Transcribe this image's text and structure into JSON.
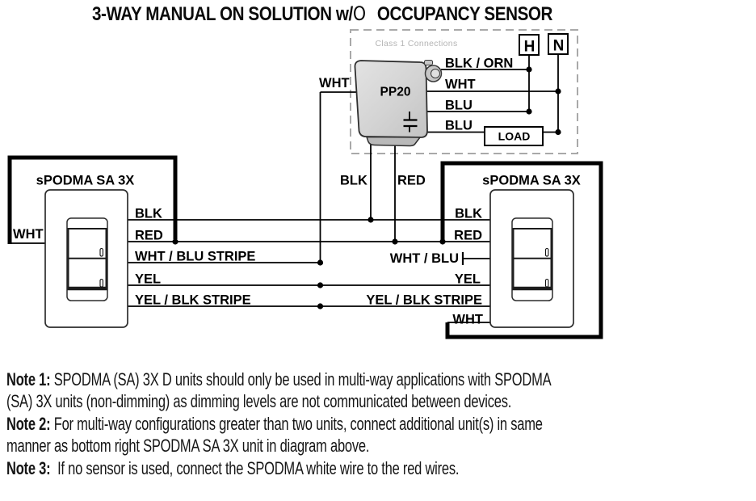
{
  "title": {
    "part1": "3-WAY MANUAL ON SOLUTION w/",
    "o_char": "O",
    "part2": "OCCUPANCY SENSOR"
  },
  "class1_zone": {
    "label": "Class 1 Connections",
    "hot_terminal": "H",
    "neutral_terminal": "N",
    "load_label": "LOAD"
  },
  "power_pack": {
    "name": "PP20",
    "wire_blk_orn": "BLK / ORN",
    "wire_wht_right": "WHT",
    "wire_blu_top": "BLU",
    "wire_blu_bottom": "BLU",
    "wire_wht_left": "WHT",
    "wire_blk_down": "BLK",
    "wire_red_down": "RED"
  },
  "left_switch": {
    "title": "sPODMA SA 3X",
    "wire_wht": "WHT",
    "wire_blk": "BLK",
    "wire_red": "RED",
    "wire_wht_blu": "WHT / BLU STRIPE",
    "wire_yel": "YEL",
    "wire_yel_blk": "YEL / BLK STRIPE"
  },
  "right_switch": {
    "title": "sPODMA SA 3X",
    "wire_blk": "BLK",
    "wire_red": "RED",
    "wire_wht_blu": "WHT / BLU",
    "wire_yel": "YEL",
    "wire_yel_blk": "YEL / BLK STRIPE",
    "wire_wht": "WHT"
  },
  "notes": {
    "n1": {
      "label": "Note 1:",
      "line1": " SPODMA (SA) 3X D units should only be used in multi-way applications with SPODMA",
      "line2": "(SA) 3X units (non-dimming) as dimming levels are not communicated between devices."
    },
    "n2": {
      "label": "Note 2:",
      "line1": " For multi-way configurations greater than two units, connect additional unit(s) in same",
      "line2": "manner as bottom right SPODMA SA 3X unit in diagram above."
    },
    "n3": {
      "label": "Note 3:",
      "line1": "  If no sensor is used, connect the SPODMA white wire to the red wires."
    }
  },
  "colors": {
    "wire": "#000000",
    "dashed_border": "#a9a9a9",
    "class1_text": "#b4b4b4",
    "device_fill": "#d3d3d3",
    "device_stroke": "#2f2f2f"
  }
}
